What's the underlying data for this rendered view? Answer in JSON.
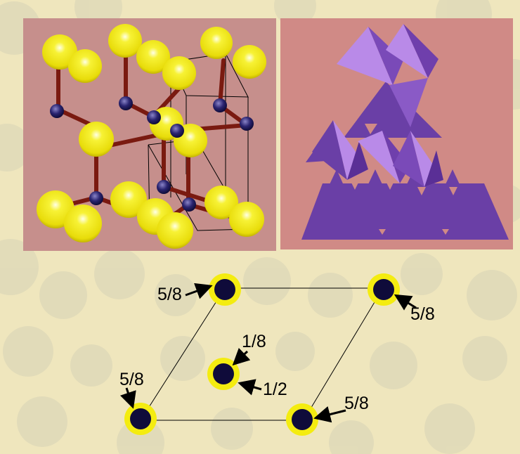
{
  "colors": {
    "background": "#efe6bd",
    "panel_left": "#c68f8c",
    "panel_right": "#d08a86",
    "anion_yellow": "#f4ec10",
    "cation_navy": "#0f0b3a",
    "bond_brown": "#7a1a10",
    "tetrahedron_light": "#b98ae8",
    "tetrahedron_dark": "#6a3fa6"
  },
  "panels": {
    "ball_and_stick": {
      "icon": "crystal-structure-ball-and-stick"
    },
    "polyhedra": {
      "icon": "crystal-structure-tetrahedra"
    }
  },
  "projection": {
    "atoms": [
      {
        "label": "5/8"
      },
      {
        "label": "5/8"
      },
      {
        "label": "1/8"
      },
      {
        "label": "1/2"
      },
      {
        "label": "5/8"
      },
      {
        "label": "5/8"
      }
    ]
  }
}
